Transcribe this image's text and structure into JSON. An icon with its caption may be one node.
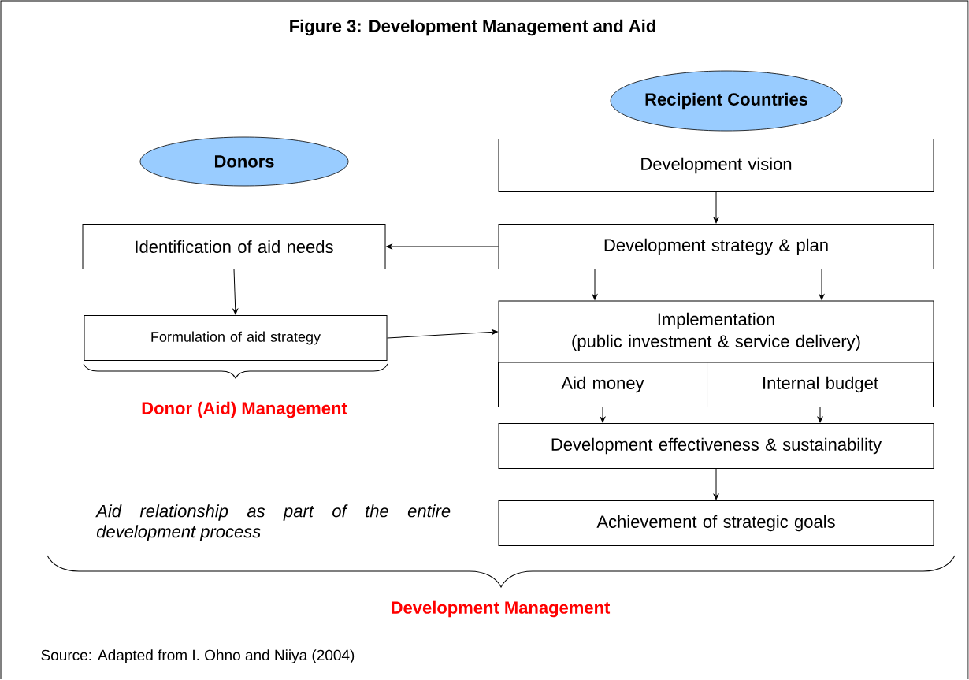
{
  "diagram": {
    "title": "Figure 3: Development Management and Aid",
    "nodes": [
      {
        "text": [
          "Donors"
        ]
      },
      {
        "text": [
          "Recipient Countries"
        ]
      },
      {
        "text": [
          "Development vision"
        ]
      },
      {
        "text": [
          "Identification of aid needs"
        ]
      },
      {
        "text": [
          "Development strategy & plan"
        ]
      },
      {
        "text": [
          "Formulation of aid strategy"
        ]
      },
      {
        "text": [
          "Implementation",
          "(public investment & service delivery)"
        ]
      },
      {
        "text": [
          "Aid money"
        ]
      },
      {
        "text": [
          "Internal budget"
        ]
      },
      {
        "text": [
          "Development effectiveness & sustainability"
        ]
      },
      {
        "text": [
          "Achievement of strategic goals"
        ]
      }
    ],
    "edges": [
      {
        "from": 2,
        "to": 4,
        "arrow": "to"
      },
      {
        "from": 4,
        "to": 3,
        "arrow": "to"
      },
      {
        "from": 4,
        "to": 6,
        "arrow": "to"
      },
      {
        "from": 4,
        "to": 6,
        "arrow": "to"
      },
      {
        "from": 3,
        "to": 5,
        "arrow": "to"
      },
      {
        "from": 5,
        "to": 6,
        "arrow": "to"
      },
      {
        "from": 7,
        "to": 9,
        "arrow": "to"
      },
      {
        "from": 8,
        "to": 9,
        "arrow": "to"
      },
      {
        "from": 9,
        "to": 10,
        "arrow": "to"
      }
    ],
    "labels": [
      "Donor (Aid) Management",
      "Aid relationship as part of the entire development process",
      "Development Management",
      "Source: Adapted from I. Ohno and Niiya (2004)"
    ]
  }
}
